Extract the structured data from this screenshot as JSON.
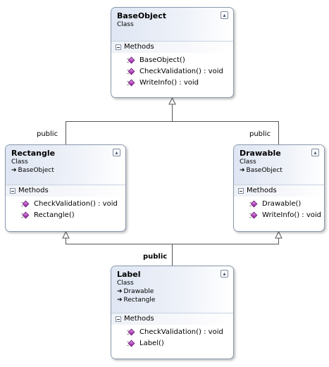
{
  "classes": {
    "base_object": {
      "name": "BaseObject",
      "stereotype": "Class",
      "compartment": "Methods",
      "methods": [
        "BaseObject()",
        "CheckValidation() : void",
        "WriteInfo() : void"
      ]
    },
    "rectangle": {
      "name": "Rectangle",
      "stereotype": "Class",
      "bases": [
        "BaseObject"
      ],
      "compartment": "Methods",
      "methods": [
        "CheckValidation() : void",
        "Rectangle()"
      ]
    },
    "drawable": {
      "name": "Drawable",
      "stereotype": "Class",
      "bases": [
        "BaseObject"
      ],
      "compartment": "Methods",
      "methods": [
        "Drawable()",
        "WriteInfo() : void"
      ]
    },
    "label": {
      "name": "Label",
      "stereotype": "Class",
      "bases": [
        "Drawable",
        "Rectangle"
      ],
      "compartment": "Methods",
      "methods": [
        "CheckValidation() : void",
        "Label()"
      ]
    }
  },
  "edges": {
    "rectangle_to_base": "public",
    "drawable_to_base": "public",
    "label_to_parents": "public"
  },
  "icons": {
    "collapse": "double-chevron-up-icon",
    "method": "method-icon",
    "inheritance": "right-arrow-icon",
    "compartment_toggle": "minus-box-icon"
  },
  "colors": {
    "border": "#8a98ad",
    "header_gradient": "#dfe6f3",
    "method_icon": "#b644c2",
    "line": "#555555"
  }
}
